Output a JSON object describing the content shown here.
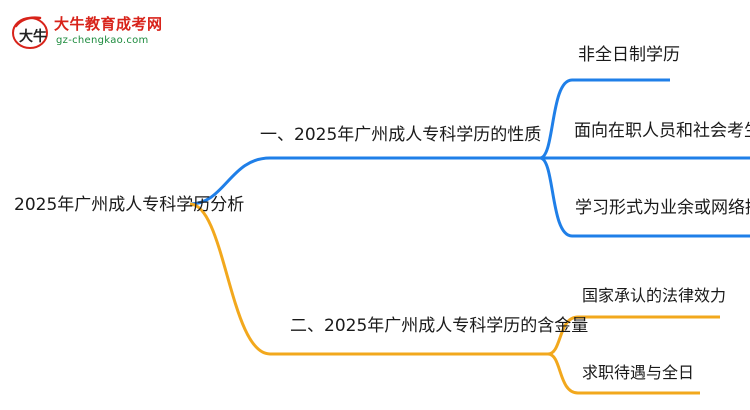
{
  "brand": {
    "logo_glyph": "大牛",
    "name": "大牛教育成考网",
    "url": "gz-chengkao.com"
  },
  "mindmap": {
    "root": "2025年广州成人专科学历分析",
    "branches": [
      {
        "label": "一、2025年广州成人专科学历的性质",
        "color": "#1f7fe8",
        "children": [
          "非全日制学历",
          "面向在职人员和社会考生",
          "学习形式为业余或网络授课"
        ]
      },
      {
        "label": "二、2025年广州成人专科学历的含金量",
        "color": "#f2a81d",
        "children": [
          "国家承认的法律效力",
          "求职待遇与全日"
        ]
      }
    ]
  },
  "colors": {
    "root_stroke": "#f2a81d",
    "brand_red": "#d8231a",
    "brand_green": "#1b8a3c"
  }
}
